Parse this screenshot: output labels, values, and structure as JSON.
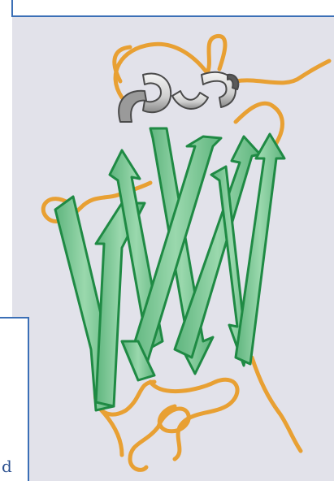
{
  "figure": {
    "callout_text": "d",
    "colors": {
      "panel_background": "#e2e2ea",
      "frame_line": "#3b6fb6",
      "loop": "#e8a033",
      "strand_fill": "#7cc995",
      "strand_edge": "#1f8a44",
      "helix_light": "#e9e9e9",
      "helix_dark": "#555555"
    },
    "elements": [
      "loop-coil",
      "beta-strands",
      "alpha-helix"
    ]
  }
}
